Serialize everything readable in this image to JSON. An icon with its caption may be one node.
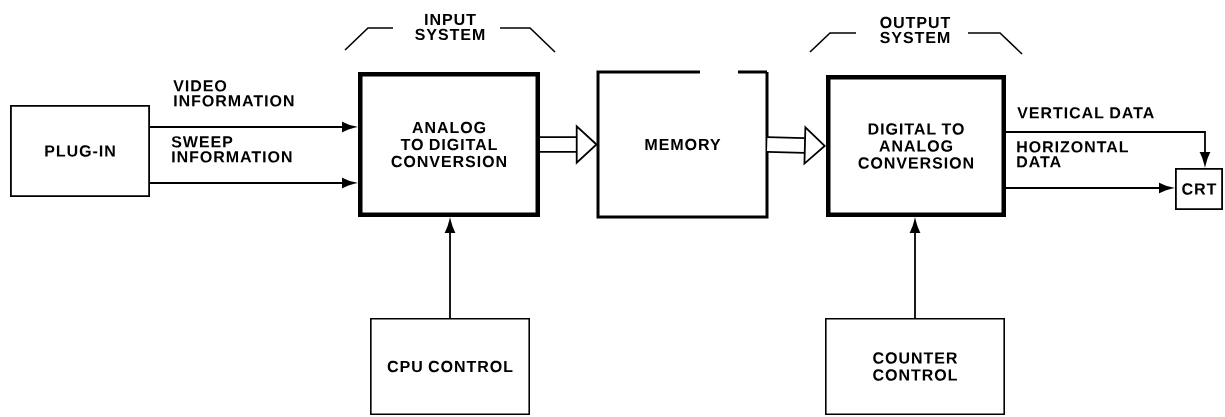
{
  "diagram": {
    "nodes": [
      {
        "text": [
          "PLUG-IN"
        ]
      },
      {
        "text": [
          "INPUT SYSTEM",
          "ANALOG TO DIGITAL CONVERSION"
        ]
      },
      {
        "text": [
          "MEMORY"
        ]
      },
      {
        "text": [
          "OUTPUT SYSTEM",
          "DIGITAL TO ANALOG CONVERSION"
        ]
      },
      {
        "text": [
          "CRT"
        ]
      },
      {
        "text": [
          "CPU CONTROL"
        ]
      },
      {
        "text": [
          "COUNTER CONTROL"
        ]
      }
    ],
    "edges": [
      {
        "from": 0,
        "to": 1,
        "arrow": "to",
        "label": "VIDEO INFORMATION"
      },
      {
        "from": 0,
        "to": 1,
        "arrow": "to",
        "label": "SWEEP INFORMATION"
      },
      {
        "from": 1,
        "to": 2,
        "arrow": "to",
        "style": "thick"
      },
      {
        "from": 2,
        "to": 3,
        "arrow": "to",
        "style": "thick"
      },
      {
        "from": 3,
        "to": 4,
        "arrow": "to",
        "label": "VERTICAL DATA"
      },
      {
        "from": 3,
        "to": 4,
        "arrow": "to",
        "label": "HORIZONTAL DATA"
      },
      {
        "from": 5,
        "to": 1,
        "arrow": "to"
      },
      {
        "from": 6,
        "to": 3,
        "arrow": "to"
      }
    ]
  }
}
